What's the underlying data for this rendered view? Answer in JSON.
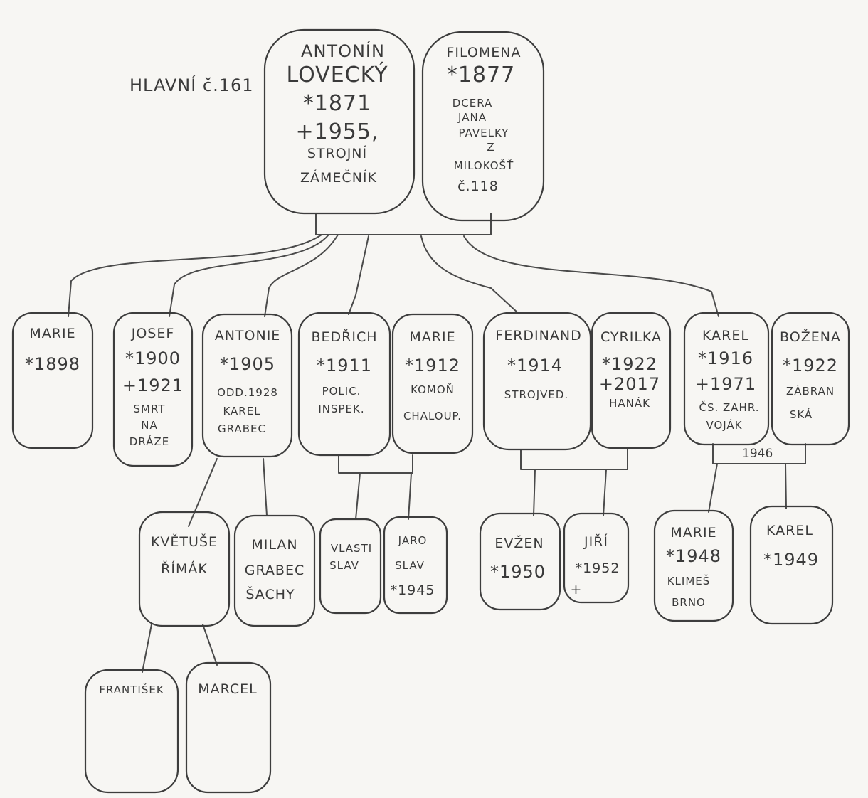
{
  "house_label": "HLAVNÍ č.161",
  "marriage_year": "1946",
  "people": {
    "antonin": [
      "ANTONÍN",
      "LOVECKÝ",
      "*1871",
      "+1955,",
      "STROJNÍ",
      "ZÁMEČNÍK"
    ],
    "filomena": [
      "FILOMENA",
      "*1877",
      "DCERA",
      "JANA",
      "PAVELKY",
      "Z",
      "MILOKOŠŤ",
      "č.118"
    ],
    "marie1898": [
      "MARIE",
      "*1898"
    ],
    "josef": [
      "JOSEF",
      "*1900",
      "+1921",
      "SMRT",
      "NA",
      "DRÁZE"
    ],
    "antonie": [
      "ANTONIE",
      "*1905",
      "ODD.1928",
      "KAREL",
      "GRABEC"
    ],
    "bedrich": [
      "BEDŘICH",
      "*1911",
      "POLIC.",
      "INSPEK."
    ],
    "marie1912": [
      "MARIE",
      "*1912",
      "KOMOŇ",
      "CHALOUP."
    ],
    "ferdinand": [
      "FERDINAND",
      "*1914",
      "STROJVED."
    ],
    "cyrilka": [
      "CYRILKA",
      "*1922",
      "+2017",
      "HANÁK"
    ],
    "karel1916": [
      "KAREL",
      "*1916",
      "+1971",
      "ČS. ZAHR.",
      "VOJÁK"
    ],
    "bozena": [
      "BOŽENA",
      "*1922",
      "ZÁBRAN",
      "SKÁ"
    ],
    "kvetuse": [
      "KVĚTUŠE",
      "ŘÍMÁK"
    ],
    "milan": [
      "MILAN",
      "GRABEC",
      "ŠACHY"
    ],
    "vlastislav": [
      "VLASTI",
      "SLAV"
    ],
    "jaroslav": [
      "JARO",
      "SLAV",
      "*1945"
    ],
    "euzen": [
      "EVŽEN",
      "*1950"
    ],
    "jiri": [
      "JIŘÍ",
      "*1952",
      "+"
    ],
    "marie1948": [
      "MARIE",
      "*1948",
      "KLIMEŠ",
      "BRNO"
    ],
    "karel1949": [
      "KAREL",
      "*1949"
    ],
    "frantisek": [
      "FRANTIŠEK"
    ],
    "marcel": [
      "MARCEL"
    ]
  }
}
